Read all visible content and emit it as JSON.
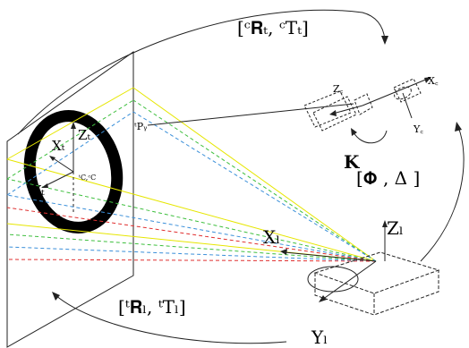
{
  "labels": {
    "top_transform": "[ᶜ𝐑ₜ, ᶜTₜ]",
    "bottom_transform": "[ᵗ𝐑ₗ, ᵗTₗ]",
    "phi_delta": "[𝚽  , Δ  ]",
    "K": "𝐊",
    "Zt": "Zₜ",
    "Xt": "Xₜ",
    "Yt": "Yₜ",
    "Cc": "ᵗC,ᶜC",
    "Py": "ᵗPᵧ",
    "Zc": "Z꜀",
    "Xc": "X꜀",
    "Yc": "Y꜀",
    "Zl": "Zₗ",
    "Xl": "Xₗ",
    "Yl": "Yₗ"
  },
  "colors": {
    "ray_yellow": "#e6e600",
    "ray_green": "#3fbf3f",
    "ray_blue": "#3a8fd9",
    "ray_red": "#e03030",
    "line": "#222222"
  }
}
